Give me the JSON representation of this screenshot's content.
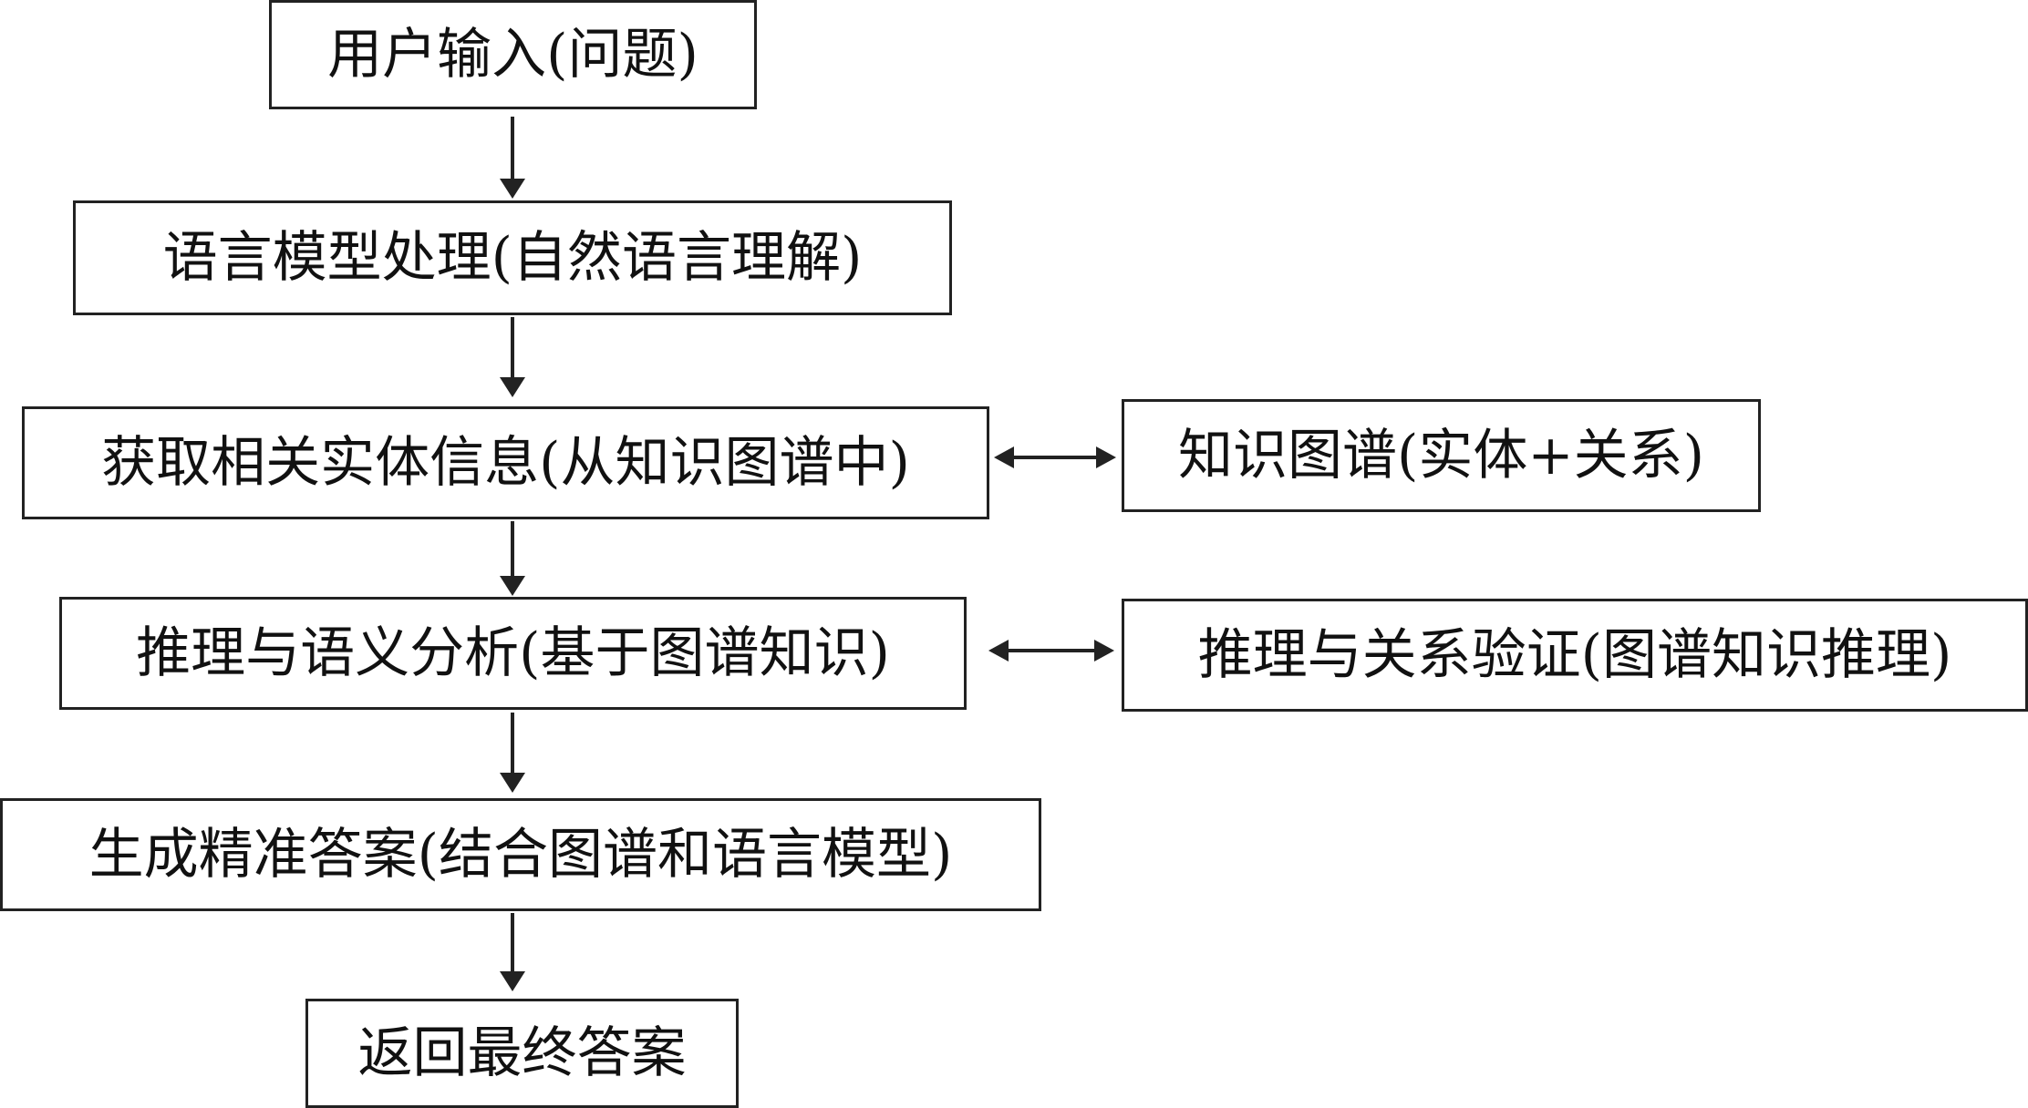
{
  "nodes": {
    "user_input": "用户输入(问题)",
    "language_model": "语言模型处理(自然语言理解)",
    "entity_retrieval": "获取相关实体信息(从知识图谱中)",
    "reasoning": "推理与语义分析(基于图谱知识)",
    "generate_answer": "生成精准答案(结合图谱和语言模型)",
    "return_answer": "返回最终答案",
    "knowledge_graph": "知识图谱(实体+关系)",
    "relation_verification": "推理与关系验证(图谱知识推理)"
  }
}
